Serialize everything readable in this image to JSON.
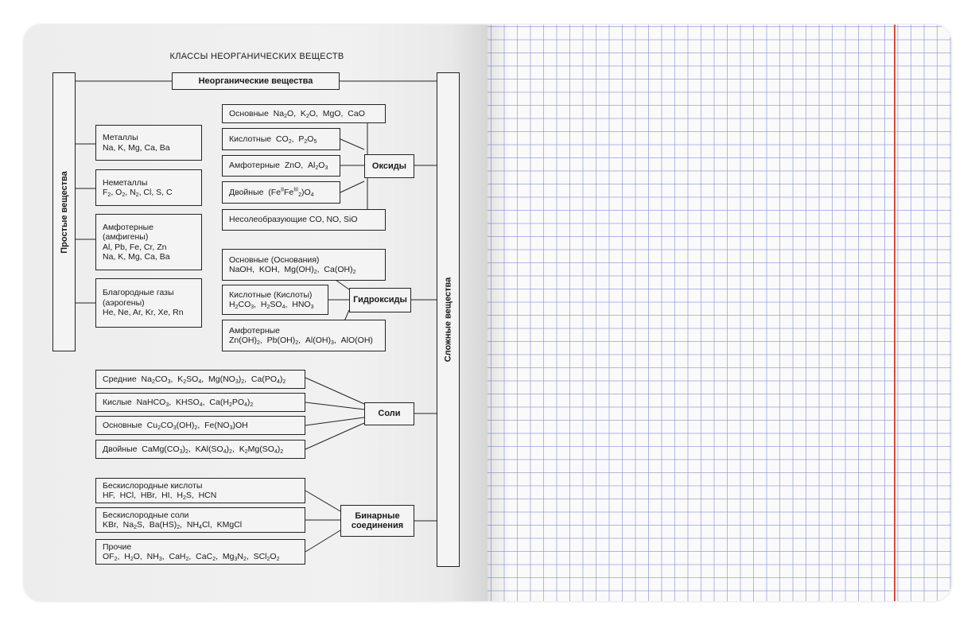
{
  "title": "КЛАССЫ НЕОРГАНИЧЕСКИХ ВЕЩЕСТВ",
  "root": "Неорганические вещества",
  "simple": "Простые вещества",
  "complex": "Сложные вещества",
  "simple_items": {
    "metals": {
      "label": "Металлы",
      "formula": "Na, K, Mg, Ca, Ba"
    },
    "nonmetals": {
      "label": "Неметаллы"
    },
    "amphoteric": {
      "label1": "Амфотерные",
      "label2": "(амфигены)",
      "line1": "Al, Pb, Fe, Cr, Zn",
      "line2": "Na, K, Mg, Ca, Ba"
    },
    "noble": {
      "label1": "Благородные газы",
      "label2": "(аэрогены)",
      "line": "He, Ne, Ar, Kr, Xe, Rn"
    }
  },
  "oxides": {
    "hub": "Оксиды",
    "basic": "Основные",
    "acidic": "Кислотные",
    "amphoteric": "Амфотерные",
    "double": "Двойные",
    "nonsalt": "Несолеобразующие CO, NO, SiO"
  },
  "hydroxides": {
    "hub": "Гидроксиды",
    "basic": "Основные (Основания)",
    "acidic": "Кислотные (Кислоты)",
    "amphoteric": "Амфотерные"
  },
  "salts": {
    "hub": "Соли",
    "middle": "Средние",
    "acid": "Кислые",
    "basic": "Основные",
    "double": "Двойные"
  },
  "binary": {
    "hub_line1": "Бинарные",
    "hub_line2": "соединения",
    "oxygenfree_acids": "Бескислородные кислоты",
    "oxygenfree_salts": "Бескислородные соли",
    "other": "Прочие"
  },
  "colors": {
    "grid": "#7f89d0",
    "margin": "#d94a3a",
    "page": "#efefef"
  }
}
